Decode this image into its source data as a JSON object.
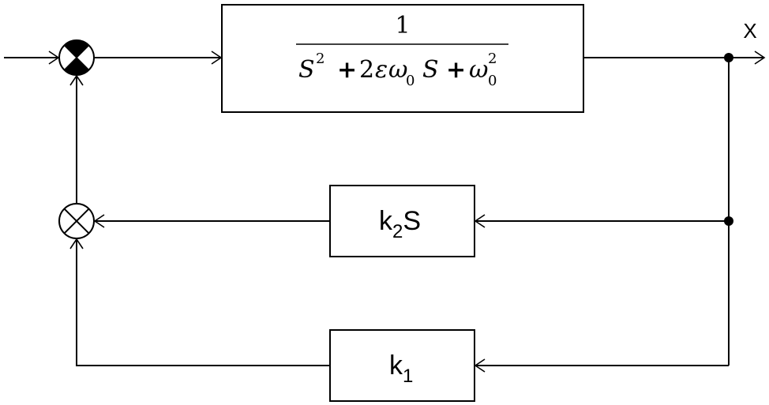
{
  "diagram": {
    "output_label": "X",
    "forward_block": {
      "numerator": "1",
      "s": "S",
      "exp2": "2",
      "plus": "+",
      "coef": "2",
      "epsilon": "ε",
      "omega": "ω",
      "sub0": "0",
      "s_term": "S"
    },
    "gain_k2": {
      "k": "k",
      "sub": "2",
      "s": "S"
    },
    "gain_k1": {
      "k": "k",
      "sub": "1"
    }
  }
}
